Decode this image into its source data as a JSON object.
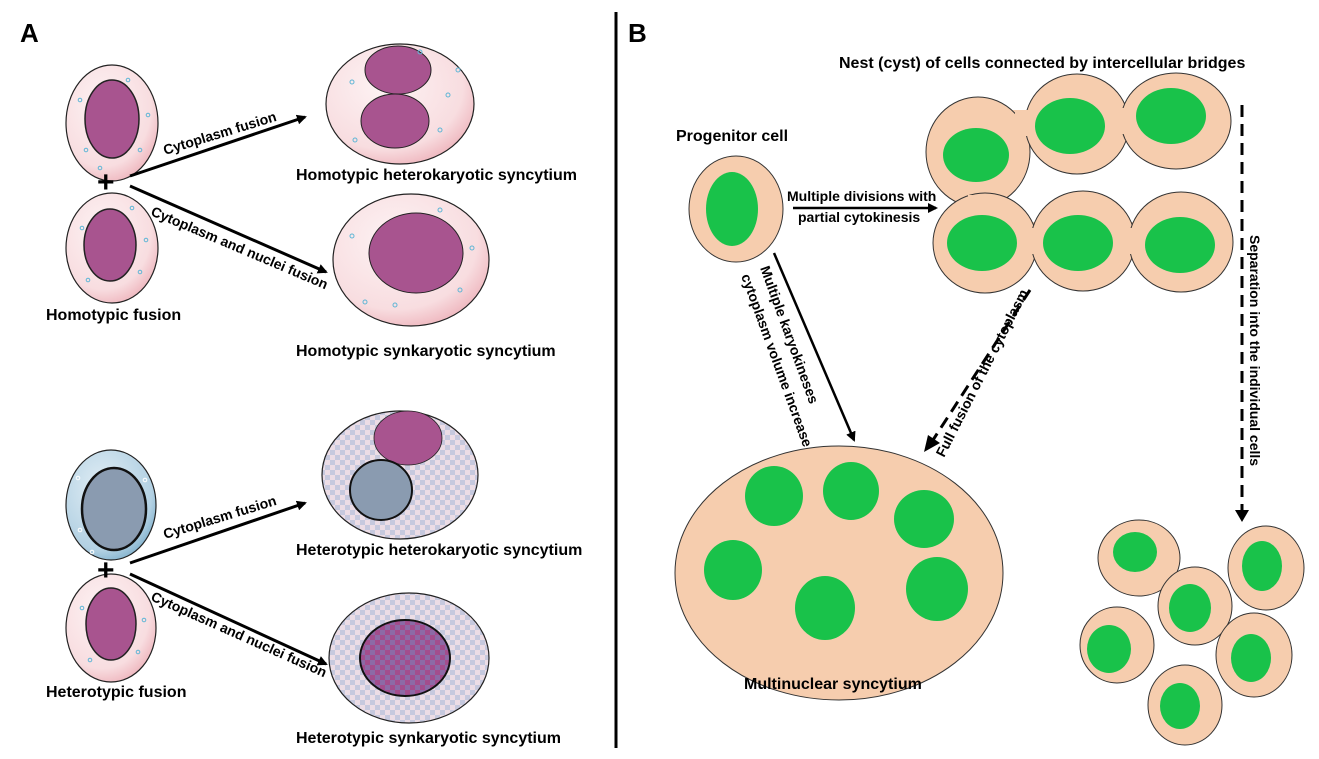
{
  "panel_a": {
    "letter": "A",
    "homotypic": {
      "fusion_label": "Homotypic fusion",
      "arrow_upper": "Cytoplasm fusion",
      "arrow_lower": "Cytoplasm and nuclei fusion",
      "result_upper": "Homotypic heterokaryotic syncytium",
      "result_lower": "Homotypic synkaryotic syncytium"
    },
    "heterotypic": {
      "fusion_label": "Heterotypic fusion",
      "arrow_upper": "Cytoplasm fusion",
      "arrow_lower": "Cytoplasm and nuclei fusion",
      "result_upper": "Heterotypic heterokaryotic syncytium",
      "result_lower": "Heterotypic synkaryotic syncytium"
    },
    "plus": "+"
  },
  "panel_b": {
    "letter": "B",
    "nest_title": "Nest (cyst) of cells connected by intercellular bridges",
    "progenitor": "Progenitor cell",
    "divisions_line1": "Multiple divisions with",
    "divisions_line2": "partial cytokinesis",
    "karyo_line1": "Multiple karyokineses",
    "karyo_line2": "cytoplasm volume increase",
    "full_fusion": "Full fusion of the cytoplasm",
    "separation": "Separation into the individual cells",
    "syncytium": "Multinuclear syncytium"
  },
  "colors": {
    "cell_pink": "#f9dfe2",
    "nucleus_magenta": "#a8548f",
    "nucleus_gray": "#8a9bb0",
    "cell_blue": "#bcd6e6",
    "peach": "#f6cdae",
    "green": "#19c24a"
  }
}
